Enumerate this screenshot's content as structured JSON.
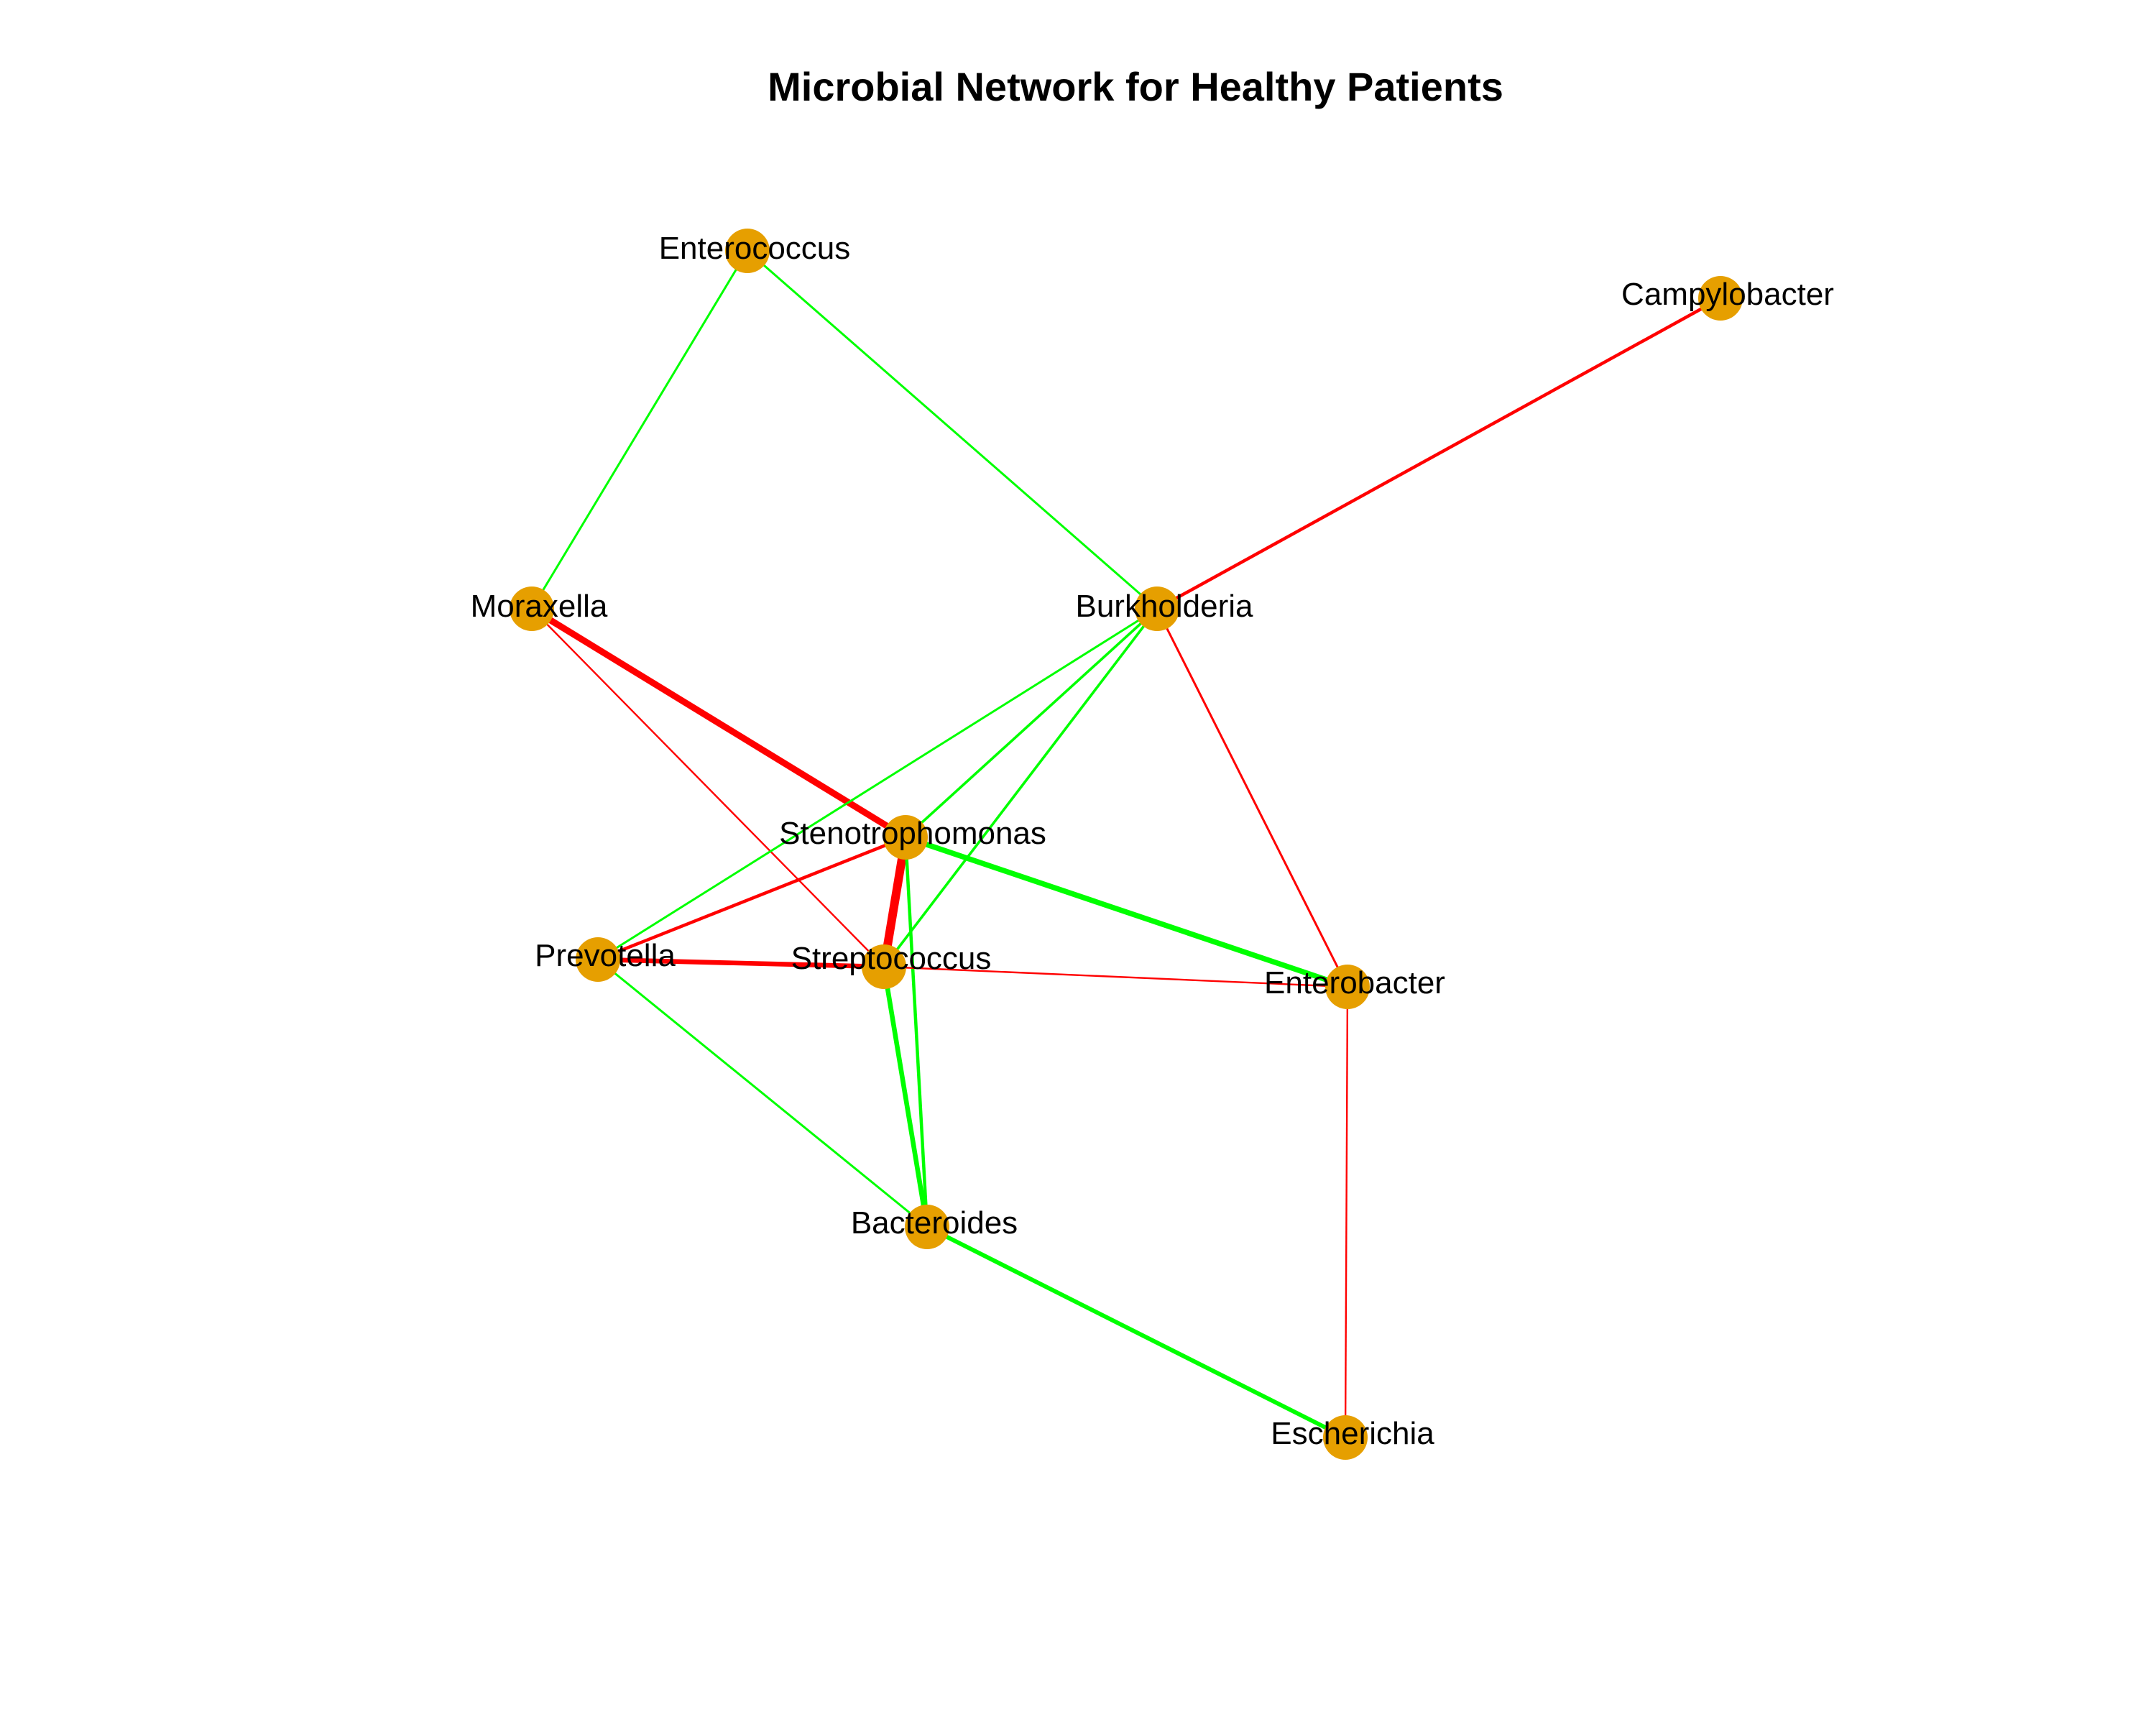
{
  "title": "Microbial Network for Healthy Patients",
  "colors": {
    "node_fill": "#e69f00",
    "positive_edge": "#00ff00",
    "negative_edge": "#ff0000"
  },
  "nodes": [
    {
      "id": "Enterococcus",
      "label": "Enterococcus"
    },
    {
      "id": "Campylobacter",
      "label": "Campylobacter"
    },
    {
      "id": "Moraxella",
      "label": "Moraxella"
    },
    {
      "id": "Burkholderia",
      "label": "Burkholderia"
    },
    {
      "id": "Stenotrophomonas",
      "label": "Stenotrophomonas"
    },
    {
      "id": "Prevotella",
      "label": "Prevotella"
    },
    {
      "id": "Streptococcus",
      "label": "Streptococcus"
    },
    {
      "id": "Enterobacter",
      "label": "Enterobacter"
    },
    {
      "id": "Bacteroides",
      "label": "Bacteroides"
    },
    {
      "id": "Escherichia",
      "label": "Escherichia"
    }
  ],
  "edges": [
    {
      "source": "Enterococcus",
      "target": "Moraxella",
      "sign": "positive",
      "weight": 1
    },
    {
      "source": "Enterococcus",
      "target": "Burkholderia",
      "sign": "positive",
      "weight": 1
    },
    {
      "source": "Campylobacter",
      "target": "Burkholderia",
      "sign": "negative",
      "weight": 1.5
    },
    {
      "source": "Moraxella",
      "target": "Stenotrophomonas",
      "sign": "negative",
      "weight": 3
    },
    {
      "source": "Moraxella",
      "target": "Streptococcus",
      "sign": "negative",
      "weight": 0.8
    },
    {
      "source": "Burkholderia",
      "target": "Prevotella",
      "sign": "positive",
      "weight": 1
    },
    {
      "source": "Burkholderia",
      "target": "Stenotrophomonas",
      "sign": "positive",
      "weight": 1.2
    },
    {
      "source": "Burkholderia",
      "target": "Streptococcus",
      "sign": "positive",
      "weight": 1.2
    },
    {
      "source": "Burkholderia",
      "target": "Enterobacter",
      "sign": "negative",
      "weight": 1
    },
    {
      "source": "Stenotrophomonas",
      "target": "Prevotella",
      "sign": "negative",
      "weight": 1.5
    },
    {
      "source": "Stenotrophomonas",
      "target": "Streptococcus",
      "sign": "negative",
      "weight": 4
    },
    {
      "source": "Stenotrophomonas",
      "target": "Enterobacter",
      "sign": "positive",
      "weight": 2.5
    },
    {
      "source": "Stenotrophomonas",
      "target": "Bacteroides",
      "sign": "positive",
      "weight": 1.5
    },
    {
      "source": "Prevotella",
      "target": "Streptococcus",
      "sign": "negative",
      "weight": 2.2
    },
    {
      "source": "Prevotella",
      "target": "Bacteroides",
      "sign": "positive",
      "weight": 1
    },
    {
      "source": "Streptococcus",
      "target": "Enterobacter",
      "sign": "negative",
      "weight": 0.8
    },
    {
      "source": "Streptococcus",
      "target": "Bacteroides",
      "sign": "positive",
      "weight": 2.2
    },
    {
      "source": "Enterobacter",
      "target": "Escherichia",
      "sign": "negative",
      "weight": 0.8
    },
    {
      "source": "Bacteroides",
      "target": "Escherichia",
      "sign": "positive",
      "weight": 2
    }
  ]
}
